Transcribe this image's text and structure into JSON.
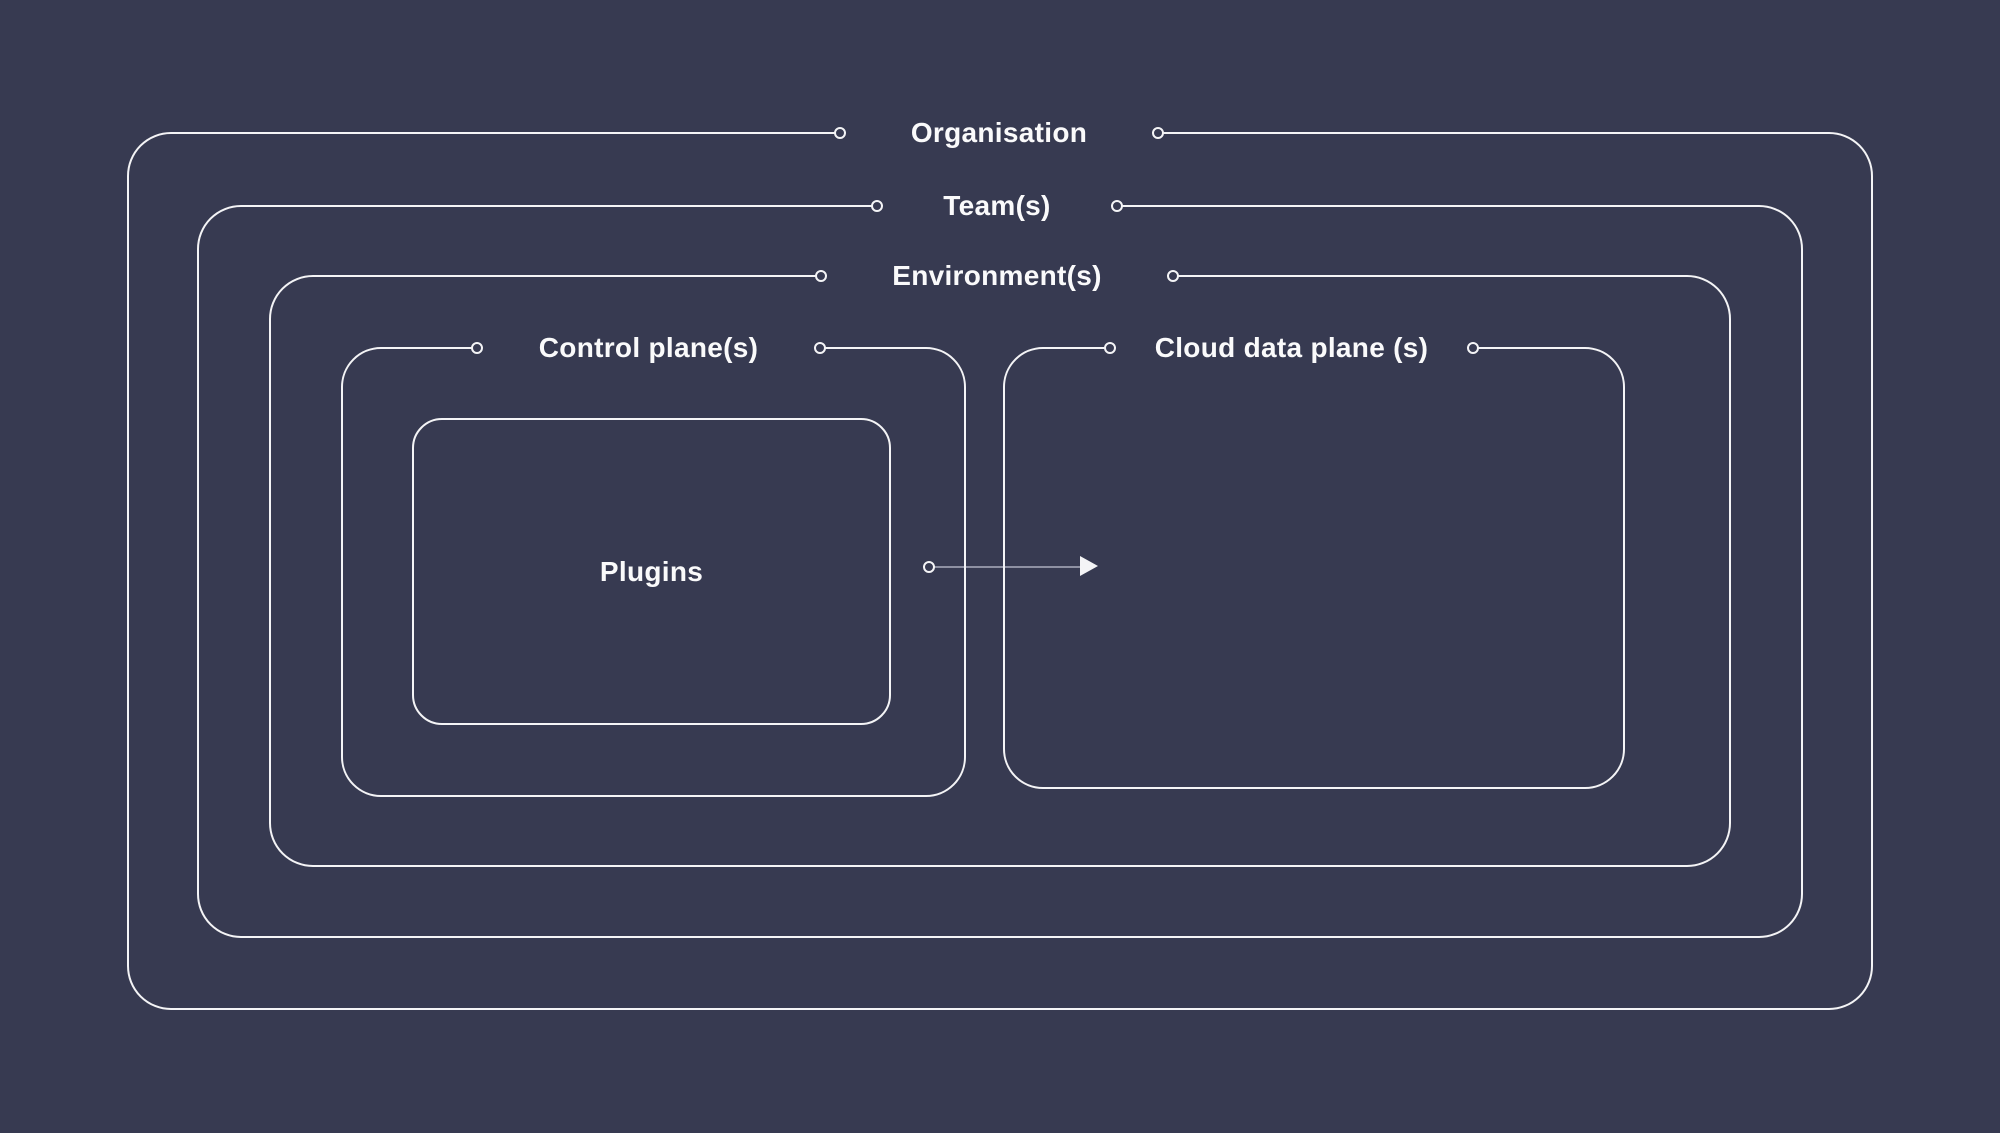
{
  "diagram": {
    "type": "nested-architecture",
    "colors": {
      "background": "#373a51",
      "line": "#f4f4f6",
      "text": "#fafafb",
      "arrow_shaft": "#8e90a2"
    },
    "labels": {
      "organisation": "Organisation",
      "teams": "Team(s)",
      "environments": "Environment(s)",
      "control_plane": "Control plane(s)",
      "cloud_data_plane": "Cloud data plane (s)",
      "plugins": "Plugins"
    },
    "hierarchy": [
      "organisation > teams",
      "teams > environments",
      "environments > control_plane",
      "environments > cloud_data_plane",
      "control_plane > plugins"
    ],
    "relationships": [
      {
        "from": "plugins",
        "to": "cloud_data_plane",
        "type": "arrow"
      }
    ],
    "icons": {
      "line_end_dot": "hollow-circle",
      "arrow_head": "filled-right-triangle"
    }
  }
}
